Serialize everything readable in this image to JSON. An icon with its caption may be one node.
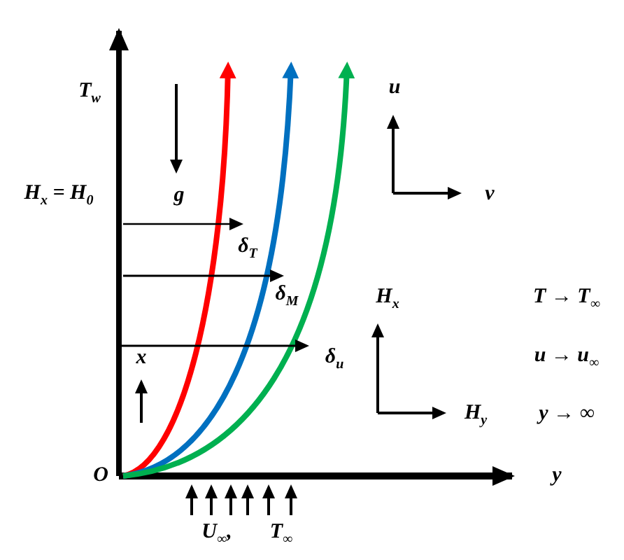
{
  "diagram": {
    "labels": [
      "T$_{w}$",
      "u",
      "H$_{x}$ = H$_{0}$",
      "g",
      "v",
      "δ$_{T}$",
      "δ$_{M}$",
      "H$_{x}$",
      "T → T$_{∞}$",
      "δ$_{u}$",
      "x",
      "u → u$_{∞}$",
      "H$_{y}$",
      "y → ∞",
      "O",
      "y",
      "U$_{∞}$,",
      "T$_{∞}$"
    ]
  }
}
